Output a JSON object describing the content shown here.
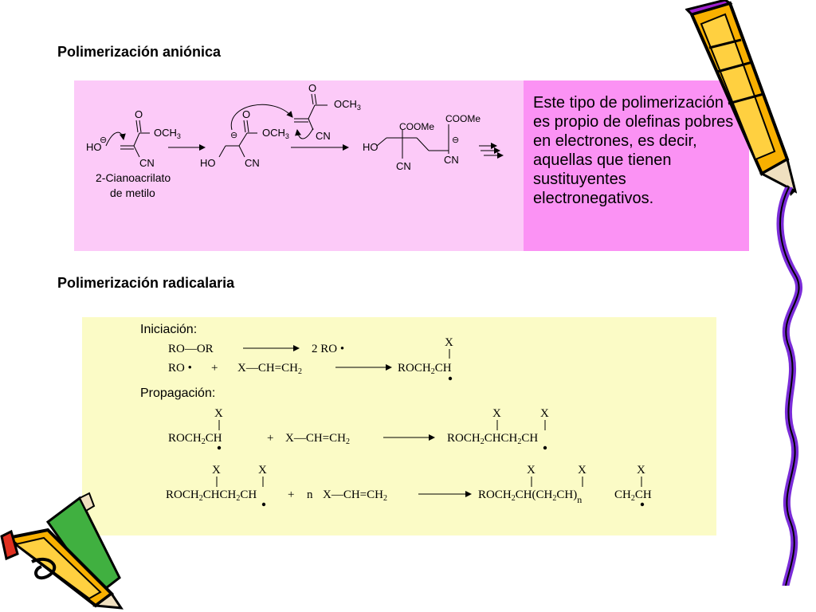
{
  "sections": {
    "anionic_title": "Polimerización aniónica",
    "radical_title": "Polimerización radicalaria"
  },
  "anionic": {
    "description": "Este tipo de polimerización es propio de olefinas pobres en electrones, es decir, aquellas que tienen sustituyentes electronegativos.",
    "monomer_name_line1": "2-Cianoacrilato",
    "monomer_name_line2": "de metilo",
    "labels": {
      "o": "O",
      "och3": "OCH",
      "sub3": "3",
      "cn": "CN",
      "ho": "HO",
      "minus": "⊖",
      "coome": "COOMe"
    }
  },
  "radical": {
    "initiation_label": "Iniciación:",
    "propagation_label": "Propagación:",
    "x": "X",
    "eq1_left": "RO—OR",
    "eq1_right": "2 RO •",
    "eq2_ro": "RO •",
    "plus": "+",
    "monomer": "X—CH=CH",
    "monomer_sub": "2",
    "roch": "ROCH",
    "ch": "CH",
    "chch": "CHCH",
    "n": "n",
    "ch_paren_open": "CH(CH",
    "ch_paren_close": "CH)",
    "sub2": "2"
  }
}
